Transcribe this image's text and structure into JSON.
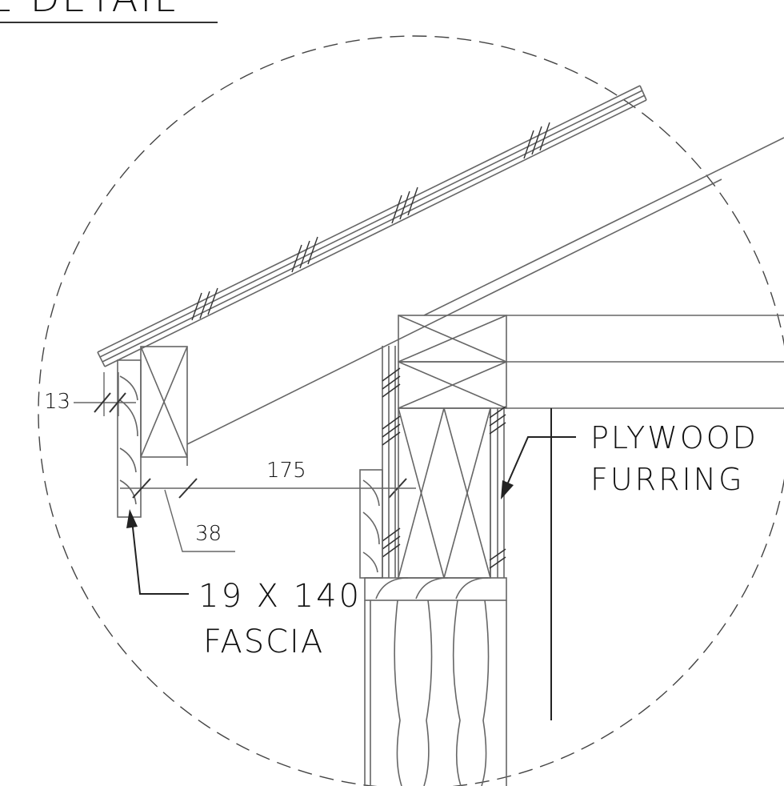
{
  "title": "E DETAIL",
  "dimensions": {
    "dim_13": "13",
    "dim_175": "175",
    "dim_38": "38"
  },
  "labels": {
    "fascia_line1": "19 X 140",
    "fascia_line2": "FASCIA",
    "plywood_line1": "PLYWOOD",
    "plywood_line2": "FURRING"
  },
  "colors": {
    "line": "#666666",
    "dark_line": "#222222",
    "text": "#111111",
    "background": "#ffffff"
  }
}
